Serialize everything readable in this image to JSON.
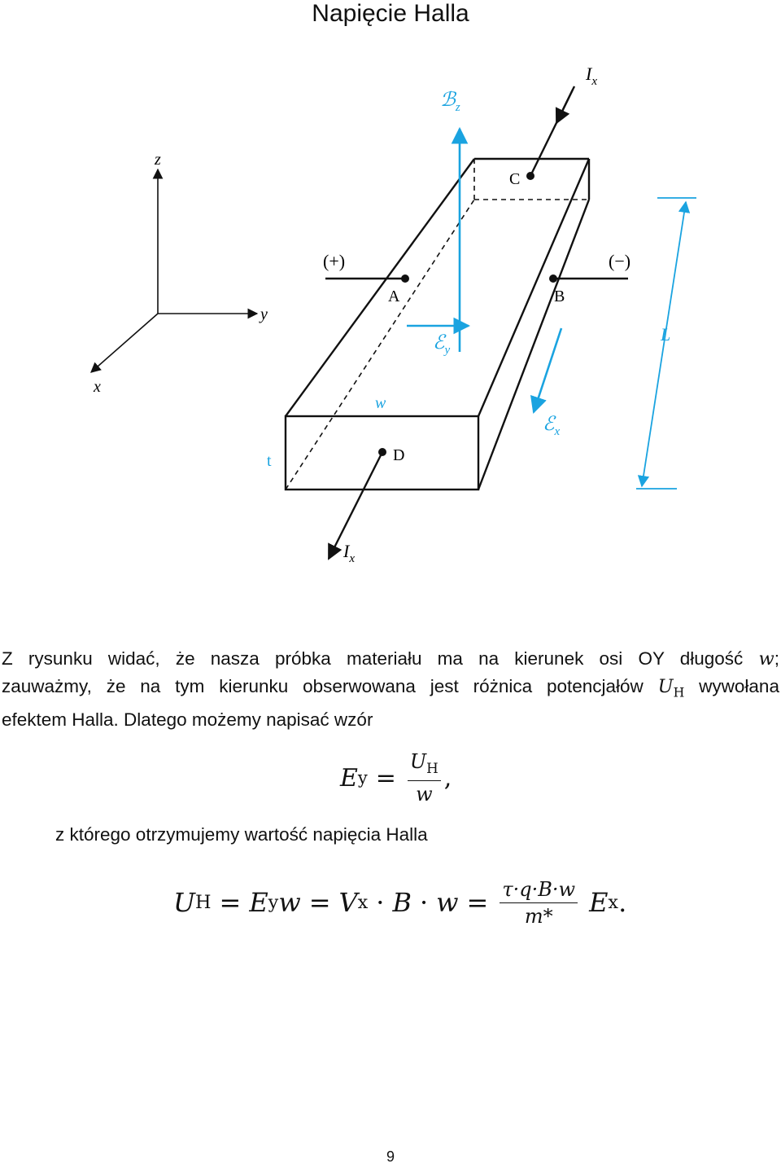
{
  "header": {
    "title": "Napięcie Halla"
  },
  "figure": {
    "axes": {
      "z": "z",
      "y": "y",
      "x": "x"
    },
    "points": {
      "A": "A",
      "B": "B",
      "C": "C",
      "D": "D"
    },
    "terminals": {
      "plus": "(+)",
      "minus": "(−)"
    },
    "current_top": {
      "main": "I",
      "sub": "x"
    },
    "current_bottom": {
      "main": "I",
      "sub": "x"
    },
    "field_b": {
      "main": "ℬ",
      "sub": "z"
    },
    "field_ey": {
      "main": "ℰ",
      "sub": "y"
    },
    "field_ex": {
      "main": "ℰ",
      "sub": "x"
    },
    "dims": {
      "w": "w",
      "t": "t",
      "L": "L"
    },
    "colors": {
      "blue": "#1aa3e0",
      "black": "#111111"
    }
  },
  "text": {
    "p1_line1": "Z rysunku widać, że nasza próbka materiału ma na kierunek osi OY długość",
    "p1_line1_var": "w",
    "p1_line1_end": ";",
    "p1_line2_start": "zauważmy, że na tym kierunku obserwowana jest różnica potencjałów",
    "p1_line2_var": "U",
    "p1_line2_sub": "H",
    "p1_line2_end": "wywołana",
    "p1_line3": "efektem Halla. Dlatego możemy napisać wzór",
    "p2": "z którego otrzymujemy wartość  napięcia Halla"
  },
  "formula1": {
    "lhs_var": "E",
    "lhs_sub": "y",
    "eq": "=",
    "num_var": "U",
    "num_sub": "H",
    "den_var": "w",
    "trail": ","
  },
  "formula2": {
    "t1_var": "U",
    "t1_sub": "H",
    "eq1": "=",
    "t2_var": "E",
    "t2_sub": "y",
    "t2_w": "w",
    "eq2": "=",
    "t3_var": "V",
    "t3_sub": "x",
    "dot1": "·",
    "t3_b": "B",
    "dot2": "·",
    "t3_w": "w",
    "eq3": "=",
    "num": "τ·q·B·w",
    "den": "m*",
    "t4_var": "E",
    "t4_sub": "x",
    "trail": "."
  },
  "footer": {
    "page_number": "9"
  }
}
